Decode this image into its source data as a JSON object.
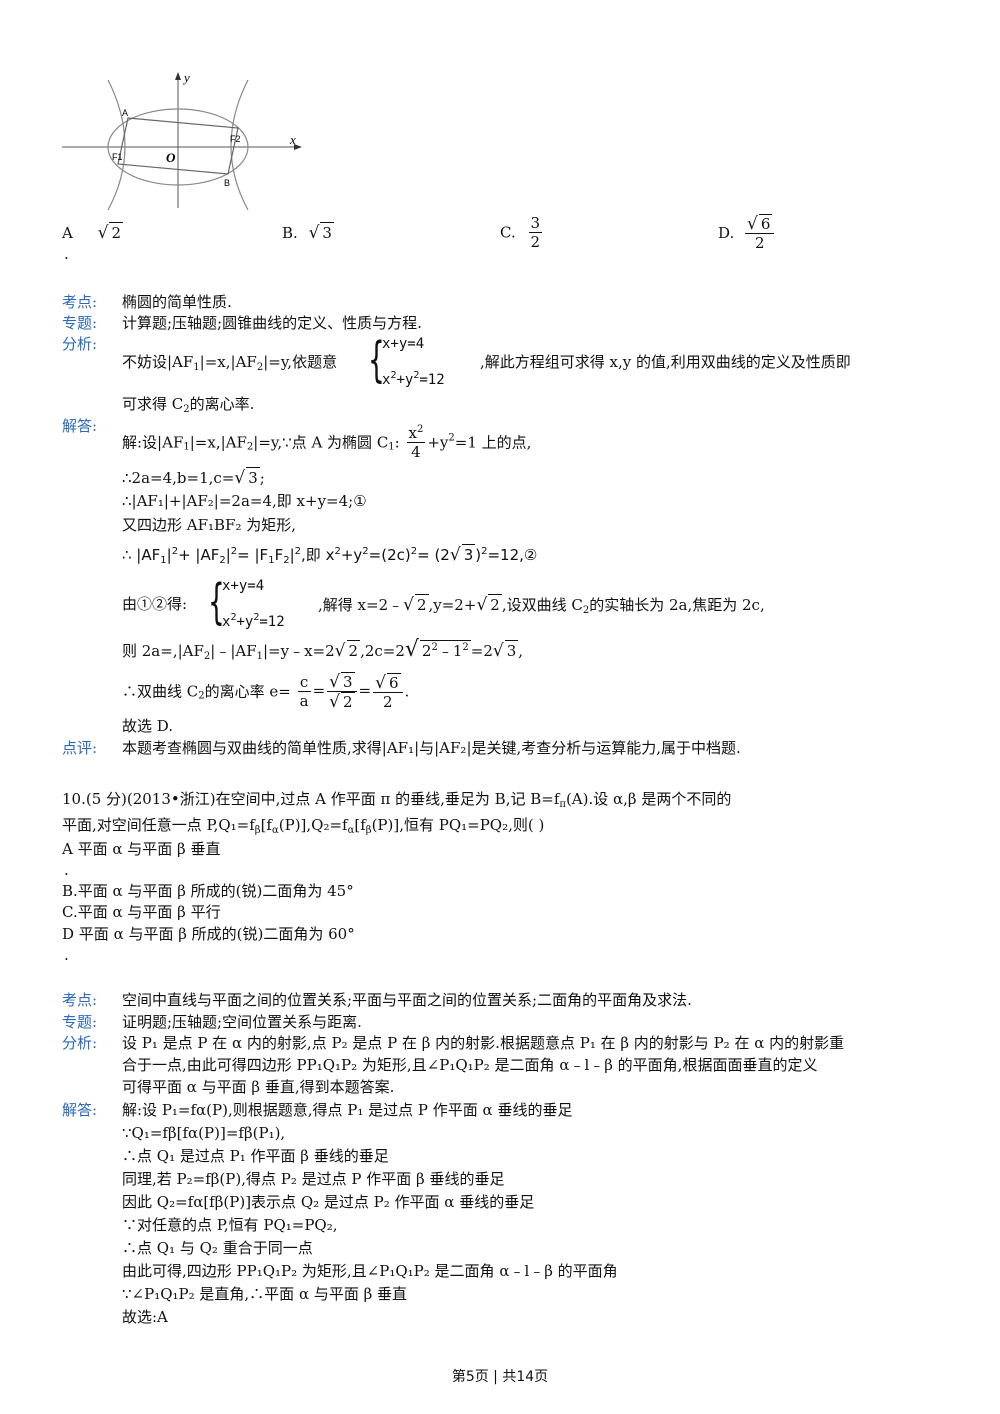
{
  "figure": {
    "y_label": "y",
    "x_label": "x",
    "o_label": "O",
    "a_label": "A",
    "b_label": "B",
    "f1_label": "F1",
    "f2_label": "F2"
  },
  "q9": {
    "opt_a_letter": "A",
    "opt_a_val": "2",
    "opt_b_letter": "B.",
    "opt_b_val": "3",
    "opt_c_letter": "C.",
    "opt_c_num": "3",
    "opt_c_den": "2",
    "opt_d_letter": "D.",
    "opt_d_num": "6",
    "opt_d_den": "2",
    "dot": "."
  },
  "labels": {
    "kaodian": "考点:",
    "zhuanti": "专题:",
    "fenxi": "分析:",
    "jieda": "解答:",
    "dianping": "点评:"
  },
  "s9": {
    "kaodian": "椭圆的简单性质.",
    "zhuanti": "计算题;压轴题;圆锥曲线的定义、性质与方程.",
    "fx1": "不妨设|AF",
    "fx2": "|=x,|AF",
    "fx3": "|=y,依题意",
    "sys1": "x+y=4",
    "sys2": "x",
    "sys2b": "+y",
    "sys2c": "=12",
    "fx4": ",解此方程组可求得 x,y 的值,利用双曲线的定义及性质即",
    "fx5": "可求得 C",
    "fx6": "的离心率.",
    "j1a": "解:设|AF",
    "j1b": "|=x,|AF",
    "j1c": "|=y,∵点 A 为椭圆 C",
    "j1d": ":",
    "j1e": "+y",
    "j1f": "=1 上的点,",
    "j1_num": "x",
    "j1_den": "4",
    "j2a": "∴2a=4,b=1,c=",
    "j2b": "3",
    "j2c": ";",
    "j3": "∴|AF₁|+|AF₂|=2a=4,即 x+y=4;①",
    "j4": "又四边形 AF₁BF₂ 为矩形,",
    "j5a": "∴ |AF",
    "j5b": "|",
    "j5c": "+ |AF",
    "j5d": "|",
    "j5e": "= |F",
    "j5f": "F",
    "j5g": "|",
    "j5h": ",即 x",
    "j5i": "+y",
    "j5j": "=(2c)",
    "j5k": "= (2",
    "j5l": "3",
    "j5m": ")",
    "j5n": "=12,②",
    "j6a": "由①②得:",
    "j6b": ",解得 x=2﹣",
    "j6c": "2",
    "j6d": ",y=2+",
    "j6e": "2",
    "j6f": ",设双曲线 C",
    "j6g": "的实轴长为 2a,焦距为 2c,",
    "j7a": "则 2a=,|AF",
    "j7b": "|﹣|AF",
    "j7c": "|=y﹣x=2",
    "j7d": "2",
    "j7e": ",2c=2",
    "j7f": "2",
    "j7g": "﹣1",
    "j7h": "=2",
    "j7i": "3",
    "j7j": ",",
    "j8a": "∴双曲线 C",
    "j8b": "的离心率 e=",
    "j8_c": "c",
    "j8_a": "a",
    "j8_s3": "3",
    "j8_s2": "2",
    "j8_s6": "6",
    "j8_2": "2",
    "j8c": ".",
    "j9": "故选 D.",
    "dianping": "本题考查椭圆与双曲线的简单性质,求得|AF₁|与|AF₂|是关键,考查分析与运算能力,属于中档题."
  },
  "q10": {
    "stem1": "10.(5 分)(2013•浙江)在空间中,过点 A 作平面 π 的垂线,垂足为 B,记 B=f",
    "stem1b": "(A).设 α,β 是两个不同的",
    "stem2": "平面,对空间任意一点 P,Q₁=f",
    "stem2b": "[f",
    "stem2c": "(P)],Q₂=f",
    "stem2d": "[f",
    "stem2e": "(P)],恒有 PQ₁=PQ₂,则(  )",
    "optA": "A  平面 α 与平面 β 垂直",
    "dotA": ".",
    "optB": "B.平面 α 与平面 β 所成的(锐)二面角为 45°",
    "optC": "C.平面 α 与平面 β 平行",
    "optD": "D  平面 α 与平面 β 所成的(锐)二面角为 60°",
    "dotD": "."
  },
  "s10": {
    "kaodian": "空间中直线与平面之间的位置关系;平面与平面之间的位置关系;二面角的平面角及求法.",
    "zhuanti": "证明题;压轴题;空间位置关系与距离.",
    "fx1": "设 P₁ 是点 P 在 α 内的射影,点 P₂ 是点 P 在 β 内的射影.根据题意点 P₁ 在 β 内的射影与 P₂ 在 α 内的射影重",
    "fx2": "合于一点,由此可得四边形 PP₁Q₁P₂ 为矩形,且∠P₁Q₁P₂ 是二面角 α﹣l﹣β 的平面角,根据面面垂直的定义",
    "fx3": "可得平面 α 与平面 β 垂直,得到本题答案.",
    "j1": "解:设 P₁=fα(P),则根据题意,得点 P₁ 是过点 P 作平面 α 垂线的垂足",
    "j2": "∵Q₁=fβ[fα(P)]=fβ(P₁),",
    "j3": "∴点 Q₁ 是过点 P₁ 作平面 β 垂线的垂足",
    "j4": "同理,若 P₂=fβ(P),得点 P₂ 是过点 P 作平面 β 垂线的垂足",
    "j5": "因此 Q₂=fα[fβ(P)]表示点 Q₂ 是过点 P₂ 作平面 α 垂线的垂足",
    "j6": "∵对任意的点 P,恒有 PQ₁=PQ₂,",
    "j7": "∴点 Q₁ 与 Q₂ 重合于同一点",
    "j8": "由此可得,四边形 PP₁Q₁P₂ 为矩形,且∠P₁Q₁P₂ 是二面角 α﹣l﹣β 的平面角",
    "j9": "∵∠P₁Q₁P₂ 是直角,∴平面 α 与平面 β 垂直",
    "j10": "故选:A"
  },
  "footer": "第5页 | 共14页"
}
